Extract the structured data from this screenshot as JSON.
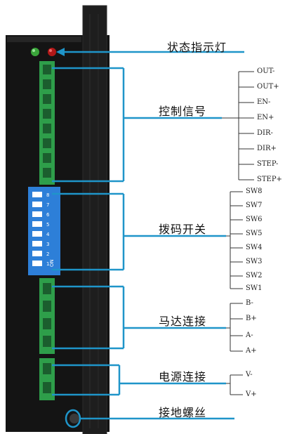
{
  "callouts": {
    "status_led": "状态指示灯",
    "control_signal": "控制信号",
    "dip_switch": "拨码开关",
    "motor_connection": "马达连接",
    "power_connection": "电源连接",
    "ground_screw": "接地螺丝"
  },
  "control_pins": [
    "OUT-",
    "OUT+",
    "EN-",
    "EN+",
    "DIR-",
    "DIR+",
    "STEP-",
    "STEP+"
  ],
  "dip_pins": [
    "SW8",
    "SW7",
    "SW6",
    "SW5",
    "SW4",
    "SW3",
    "SW2",
    "SW1"
  ],
  "motor_pins": [
    "B-",
    "B+",
    "A-",
    "A+"
  ],
  "power_pins": [
    "V-",
    "V+"
  ],
  "dip_markings": {
    "numbers": [
      "1",
      "2",
      "3",
      "4",
      "5",
      "6",
      "7",
      "8"
    ],
    "on": "ON"
  },
  "colors": {
    "bracket": "#1f95c9",
    "led_green": "#3aa53a",
    "led_red": "#b21818",
    "terminal_green": "#2e9e4a",
    "dip_blue": "#2d7fd8",
    "body_dark": "#141414"
  }
}
